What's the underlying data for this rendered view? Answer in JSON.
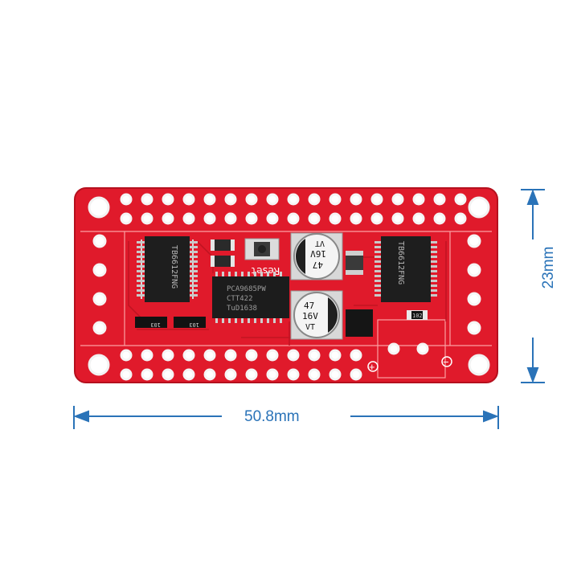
{
  "dimensions": {
    "width": "50.8mm",
    "height": "23mm"
  },
  "board": {
    "color": "#e01a2b",
    "silk_labels": {
      "reset": "Reset",
      "driver_left": [
        "TB6612FNG"
      ],
      "driver_right": [
        "TB6612FNG"
      ],
      "pwm_chip": [
        "PCA9685PW",
        "CTT422",
        "TuD1638"
      ],
      "cap_top": [
        "47",
        "16V",
        "VT"
      ],
      "cap_bottom": [
        "47",
        "16V",
        "VT"
      ],
      "resistor_a": "103",
      "resistor_b": "103",
      "resistor_c": "102",
      "plus": "+",
      "minus": "−"
    }
  },
  "colors": {
    "dimension_line": "#2a73b8",
    "pcb": "#e01a2b",
    "chip": "#1a1a1a"
  }
}
